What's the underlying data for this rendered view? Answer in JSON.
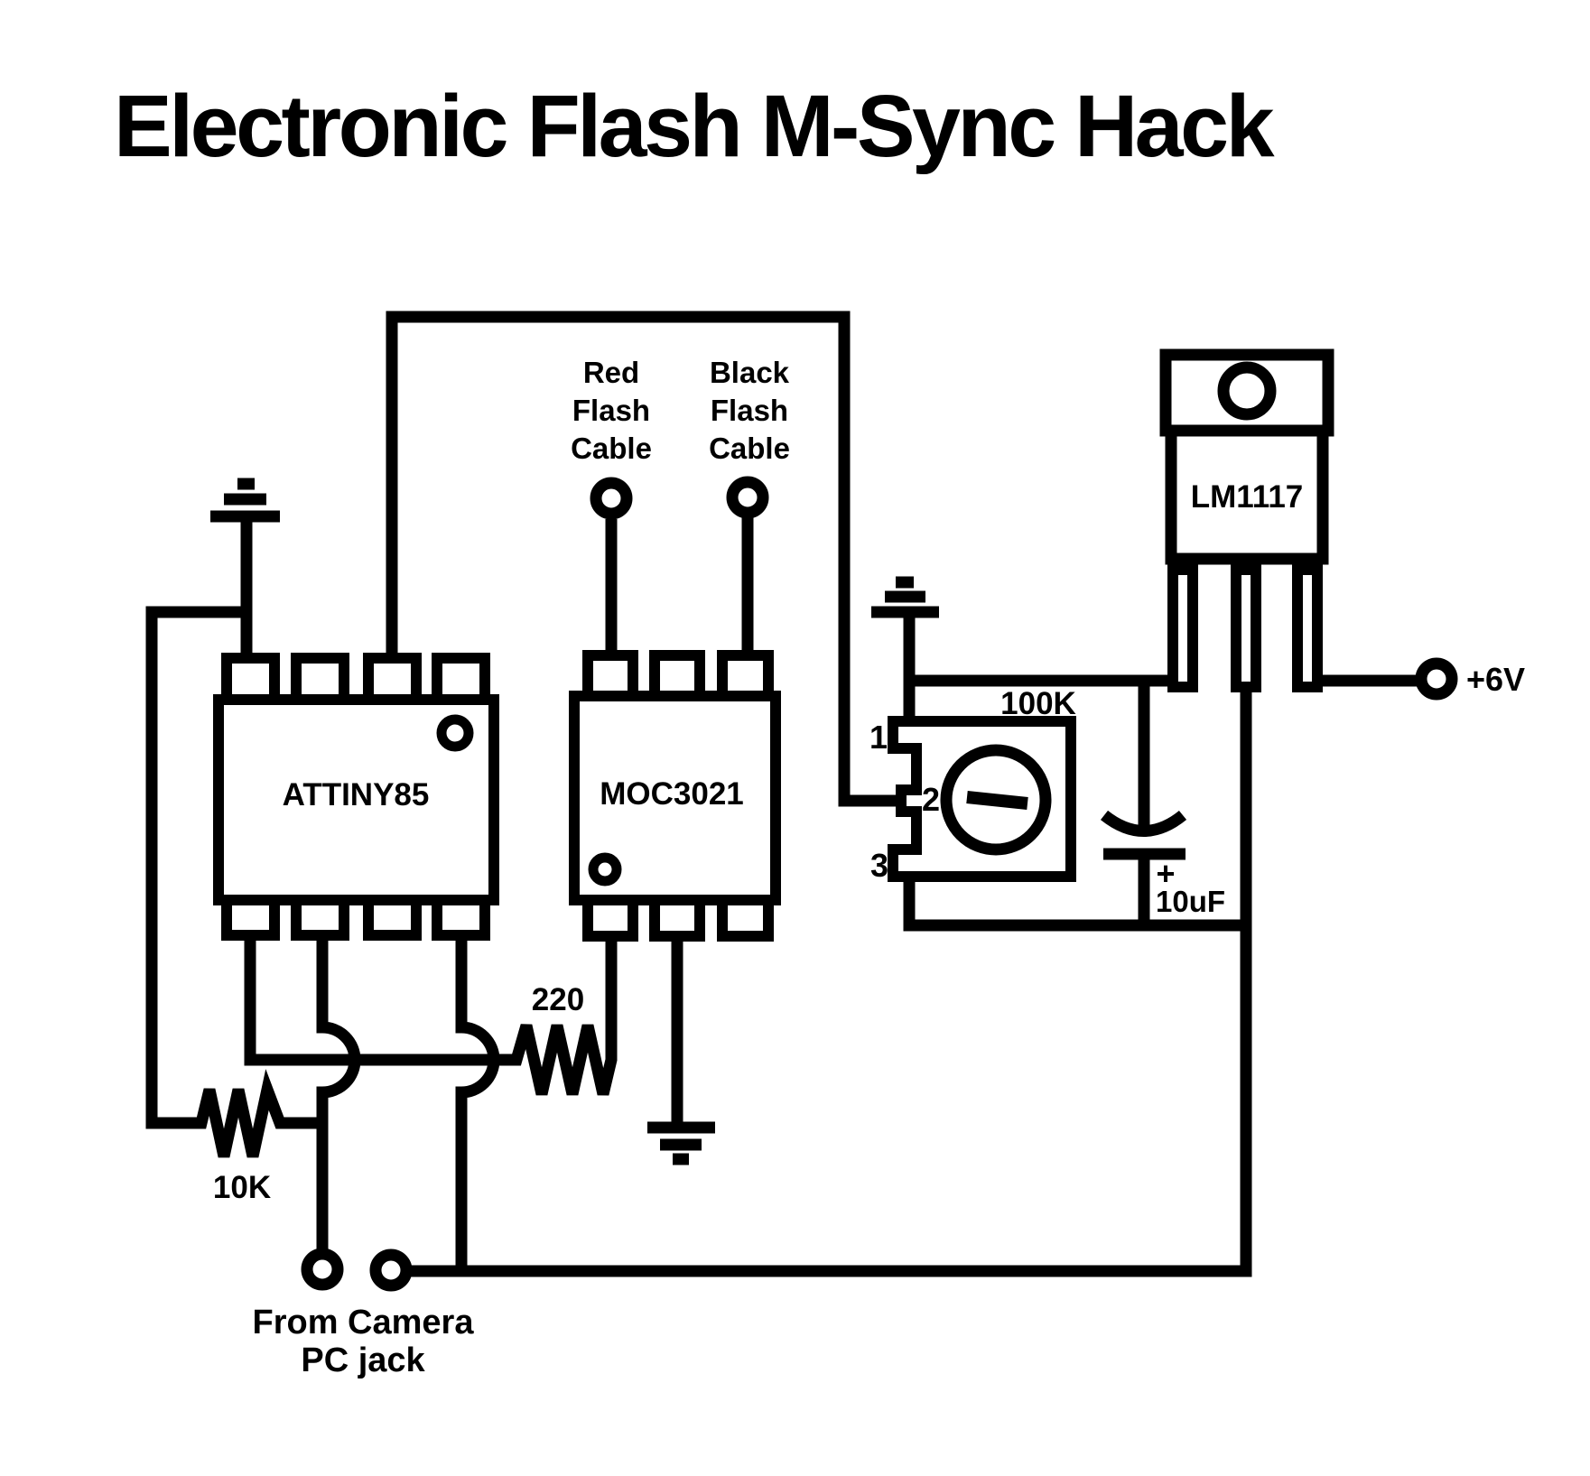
{
  "title": "Electronic Flash M-Sync Hack",
  "components": {
    "attiny85": {
      "label": "ATTINY85"
    },
    "moc3021": {
      "label": "MOC3021"
    },
    "lm1117": {
      "label": "LM1117"
    },
    "potentiometer": {
      "value": "100K",
      "pin_labels": [
        "1",
        "2",
        "3"
      ]
    },
    "capacitor": {
      "value": "10uF",
      "polarity_mark": "+"
    },
    "resistor_output": {
      "value": "220"
    },
    "resistor_pulldown": {
      "value": "10K"
    }
  },
  "labels": {
    "red_flash_cable": [
      "Red",
      "Flash",
      "Cable"
    ],
    "black_flash_cable": [
      "Black",
      "Flash",
      "Cable"
    ],
    "supply": "+6V",
    "pc_jack": [
      "From Camera",
      "PC jack"
    ]
  },
  "colors": {
    "ink": "#000000",
    "background": "#ffffff"
  }
}
